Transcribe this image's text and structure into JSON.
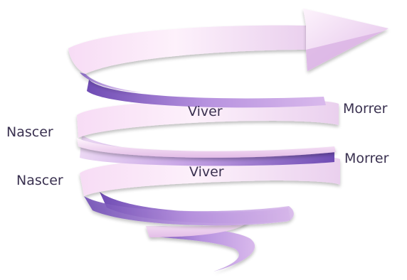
{
  "diagram": {
    "labels": {
      "morrer_top": "Morrer",
      "nascer_top": "Nascer",
      "viver_top": "Viver",
      "morrer_bottom": "Morrer",
      "viver_bottom": "Viver",
      "nascer_bottom": "Nascer"
    },
    "colors": {
      "band_light": "#fbe9f8",
      "band_mid": "#e9bde8",
      "band_inner_dark": "#8a62c4",
      "band_inner_light": "#c9a4e4",
      "arrow_head": "#f3dcf3",
      "text": "#3a3150"
    },
    "shape": "upward-spiral-arrow"
  }
}
